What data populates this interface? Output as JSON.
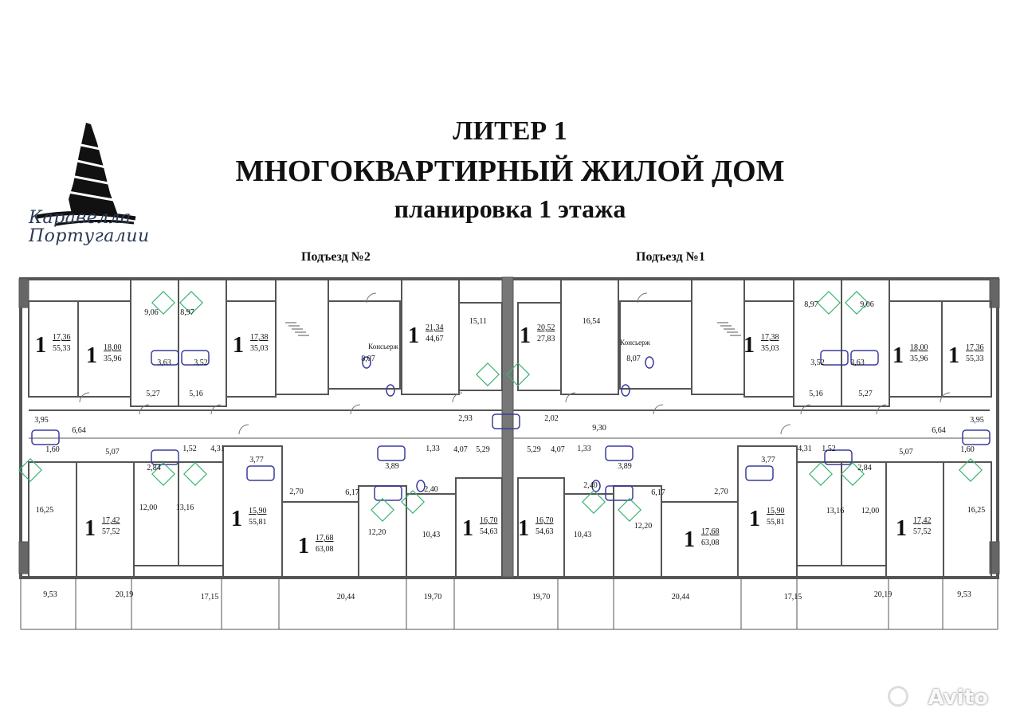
{
  "logo": {
    "line1": "Каравелла",
    "line2": "Португалии"
  },
  "title": {
    "line1": "ЛИТЕР 1",
    "line2": "МНОГОКВАРТИРНЫЙ ЖИЛОЙ ДОМ",
    "line3": "планировка 1 этажа"
  },
  "entrances": {
    "left": "Подъезд №2",
    "right": "Подъезд №1"
  },
  "concierge_label": "Консьерж",
  "colors": {
    "walls": "#555555",
    "plumbing": "#3b3b9e",
    "ventilation": "#3cb371"
  },
  "apartments": [
    {
      "rooms": "1",
      "living": "17,36",
      "total": "55,33"
    },
    {
      "rooms": "1",
      "living": "18,00",
      "total": "35,96"
    },
    {
      "rooms": "1",
      "living": "17,38",
      "total": "35,03"
    },
    {
      "rooms": "1",
      "living": "21,34",
      "total": "44,67"
    },
    {
      "rooms": "1",
      "living": "20,52",
      "total": "27,83"
    },
    {
      "rooms": "1",
      "living": "17,38",
      "total": "35,03"
    },
    {
      "rooms": "1",
      "living": "18,00",
      "total": "35,96"
    },
    {
      "rooms": "1",
      "living": "17,36",
      "total": "55,33"
    },
    {
      "rooms": "1",
      "living": "17,42",
      "total": "57,52"
    },
    {
      "rooms": "1",
      "living": "15,90",
      "total": "55,81"
    },
    {
      "rooms": "1",
      "living": "17,68",
      "total": "63,08"
    },
    {
      "rooms": "1",
      "living": "16,70",
      "total": "54,63"
    },
    {
      "rooms": "1",
      "living": "16,70",
      "total": "54,63"
    },
    {
      "rooms": "1",
      "living": "17,68",
      "total": "63,08"
    },
    {
      "rooms": "1",
      "living": "15,90",
      "total": "55,81"
    },
    {
      "rooms": "1",
      "living": "17,42",
      "total": "57,52"
    }
  ],
  "room_areas": [
    "9,06",
    "8,97",
    "3,63",
    "3,52",
    "5,27",
    "5,16",
    "15,11",
    "8,07",
    "16,54",
    "8,07",
    "8,97",
    "9,06",
    "3,52",
    "3,63",
    "5,16",
    "5,27",
    "3,95",
    "6,64",
    "1,60",
    "5,07",
    "2,84",
    "1,52",
    "4,31",
    "3,77",
    "12,00",
    "13,16",
    "16,25",
    "2,70",
    "6,17",
    "3,89",
    "1,33",
    "2,40",
    "2,93",
    "2,02",
    "4,07",
    "5,29",
    "5,29",
    "4,07",
    "9,30",
    "1,33",
    "3,89",
    "2,40",
    "6,17",
    "2,70",
    "3,77",
    "4,31",
    "1,52",
    "2,84",
    "6,64",
    "3,95",
    "5,07",
    "1,60",
    "16,25",
    "13,16",
    "12,00",
    "12,20",
    "10,43",
    "10,43",
    "12,20"
  ],
  "loggia_areas": [
    "9,53",
    "20,19",
    "17,15",
    "20,44",
    "19,70",
    "19,70",
    "20,44",
    "17,15",
    "20,19",
    "9,53"
  ],
  "watermark": "Avito"
}
